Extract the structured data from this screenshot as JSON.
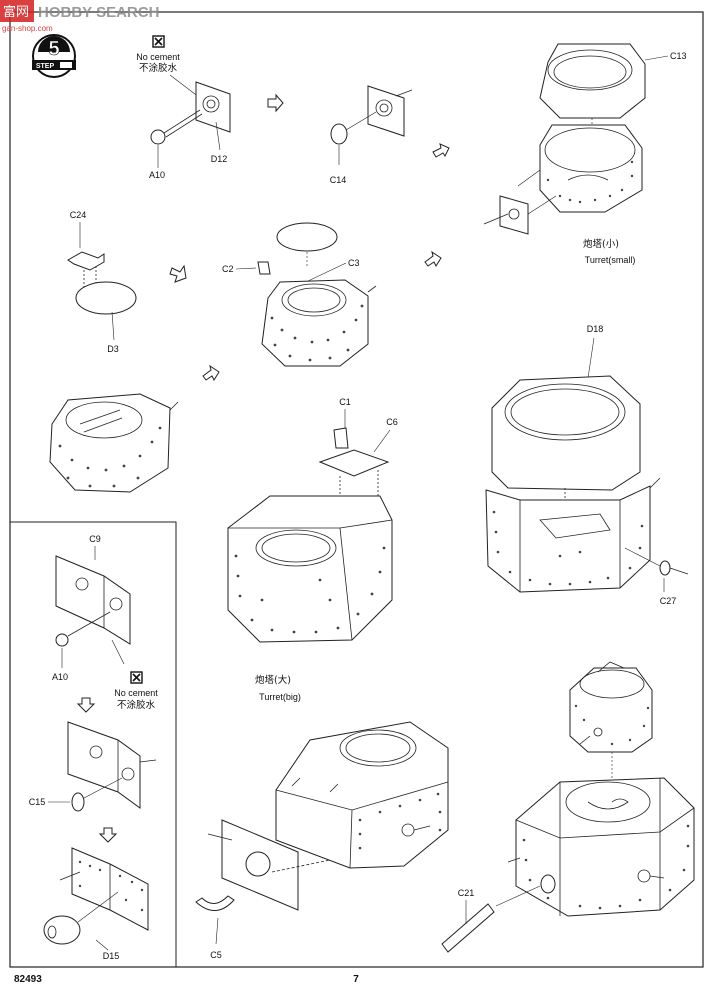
{
  "watermark": {
    "brand": "HOBBY SEARCH",
    "sub": "gan-shop.com",
    "cn": "富网"
  },
  "step": {
    "word": "STEP",
    "number": "5"
  },
  "no_cement_top": {
    "en": "No cement",
    "cn": "不涂胶水"
  },
  "no_cement_inset": {
    "en": "No cement",
    "cn": "不涂胶水"
  },
  "parts": {
    "a10_top": "A10",
    "d12": "D12",
    "c14": "C14",
    "c13": "C13",
    "c24": "C24",
    "d3": "D3",
    "c2": "C2",
    "c3": "C3",
    "c1": "C1",
    "c6": "C6",
    "d18": "D18",
    "c27": "C27",
    "c9": "C9",
    "a10_inset": "A10",
    "c15": "C15",
    "d15": "D15",
    "c5": "C5",
    "c21": "C21"
  },
  "turret_small": {
    "cn": "炮塔(小)",
    "en": "Turret(small)"
  },
  "turret_big": {
    "cn": "炮塔(大)",
    "en": "Turret(big)"
  },
  "footer": {
    "kit_number": "82493",
    "page_number": "7"
  }
}
